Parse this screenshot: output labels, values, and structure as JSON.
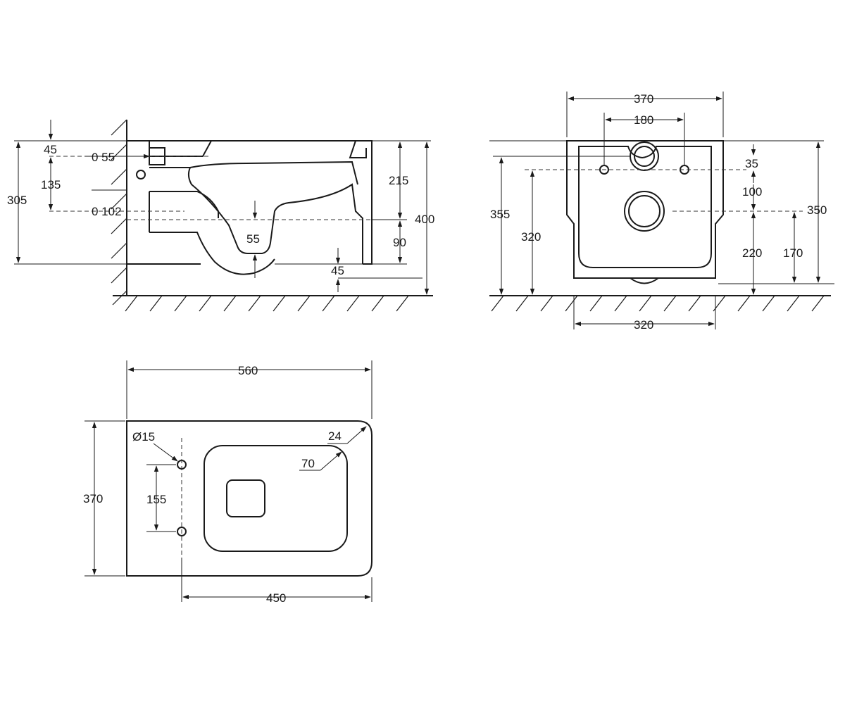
{
  "side_view": {
    "dims": {
      "d45_top": "45",
      "d55_dia": "0 55",
      "d135": "135",
      "d305": "305",
      "d102_dia": "0 102",
      "d215": "215",
      "d400": "400",
      "d55": "55",
      "d90": "90",
      "d45_bottom": "45"
    }
  },
  "front_view": {
    "dims": {
      "d370": "370",
      "d180": "180",
      "d35": "35",
      "d355": "355",
      "d320_left": "320",
      "d100": "100",
      "d350": "350",
      "d220": "220",
      "d170": "170",
      "d320_bottom": "320"
    }
  },
  "top_view": {
    "dims": {
      "d560": "560",
      "d370": "370",
      "d15_dia": "Ø15",
      "d155": "155",
      "d24": "24",
      "d70": "70",
      "d450": "450"
    }
  }
}
